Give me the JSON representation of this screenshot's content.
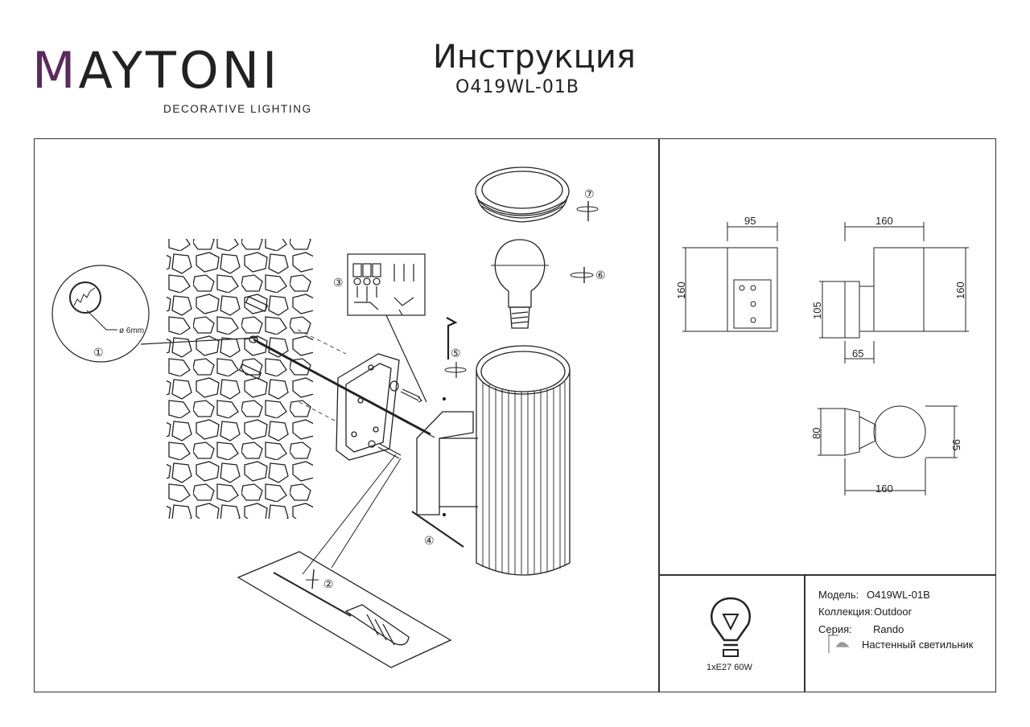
{
  "brand": {
    "logo_text": "MAYTONI",
    "tagline": "DECORATIVE LIGHTING",
    "accent_color": "#5b2a5c"
  },
  "header": {
    "title": "Инструкция",
    "model_code": "O419WL-01B"
  },
  "assembly": {
    "drill_size": "ø 6mm",
    "steps": [
      "①",
      "②",
      "③",
      "④",
      "⑤",
      "⑥",
      "⑦"
    ]
  },
  "dimensions": {
    "front_width": "95",
    "front_height": "160",
    "side_width": "160",
    "side_mount_height": "105",
    "side_height": "160",
    "side_depth": "65",
    "top_mount": "80",
    "top_diameter": "95",
    "top_length": "160"
  },
  "lamp": {
    "icon": "bulb-icon",
    "caption": "1xE27 60W"
  },
  "specs": {
    "model_label": "Модель:",
    "model_value": "O419WL-01B",
    "collection_label": "Коллекция:",
    "collection_value": "Outdoor",
    "series_label": "Серия:",
    "series_value": "Rando",
    "type_icon": "wall-lamp-icon",
    "type_value": "Настенный светильник"
  }
}
